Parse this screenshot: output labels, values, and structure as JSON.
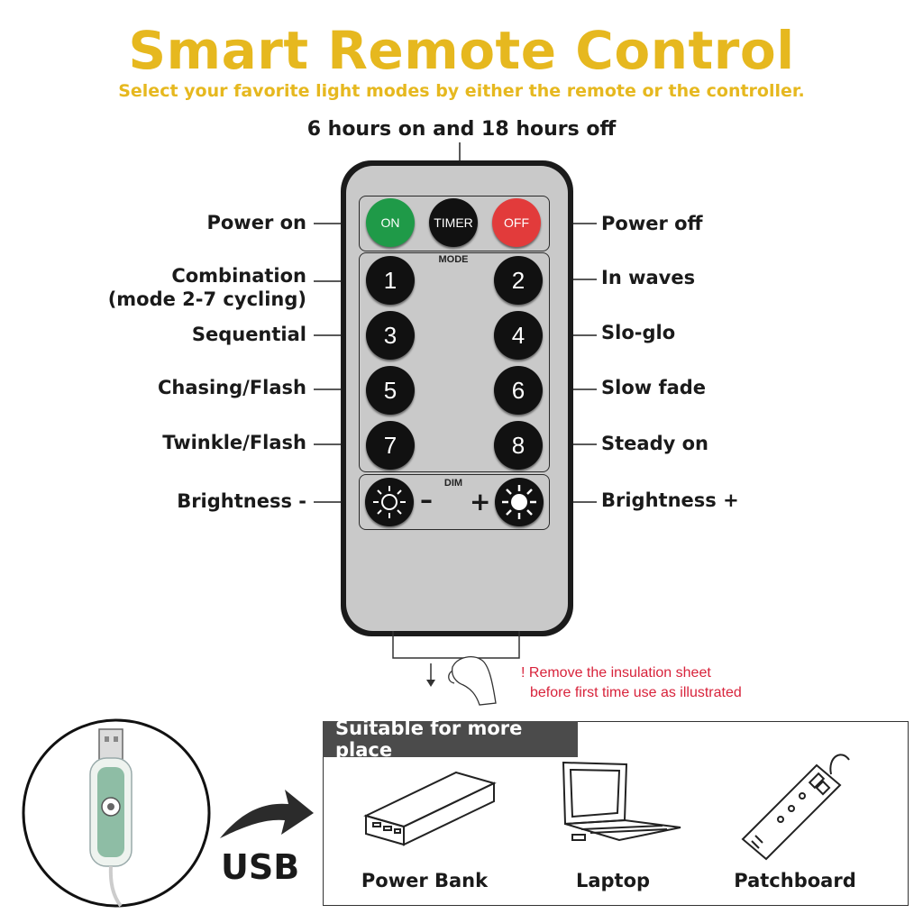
{
  "title": "Smart Remote Control",
  "subtitle": "Select your favorite light modes by either the remote or the controller.",
  "timer_note": "6 hours on and 18 hours off",
  "remote": {
    "on_label": "ON",
    "timer_label": "TIMER",
    "off_label": "OFF",
    "mode_caption": "MODE",
    "dim_caption": "DIM",
    "minus_sign": "–",
    "plus_sign": "+",
    "buttons": [
      "1",
      "2",
      "3",
      "4",
      "5",
      "6",
      "7",
      "8"
    ]
  },
  "labels": {
    "power_on": "Power on",
    "power_off": "Power off",
    "combination_1": "Combination",
    "combination_2": "(mode 2-7 cycling)",
    "in_waves": "In waves",
    "sequential": "Sequential",
    "slo_glo": "Slo-glo",
    "chasing_flash": "Chasing/Flash",
    "slow_fade": "Slow fade",
    "twinkle_flash": "Twinkle/Flash",
    "steady_on": "Steady on",
    "brightness_minus": "Brightness -",
    "brightness_plus": "Brightness +"
  },
  "insulation_note": {
    "line1": "! Remove the insulation sheet",
    "line2": "before first time use as illustrated"
  },
  "usb_label": "USB",
  "suitable": {
    "header": "Suitable for more place",
    "items": [
      "Power Bank",
      "Laptop",
      "Patchboard"
    ]
  },
  "colors": {
    "title": "#e6b81f",
    "on_button": "#1f9a48",
    "off_button": "#e23b3b",
    "note_red": "#d8233b"
  }
}
